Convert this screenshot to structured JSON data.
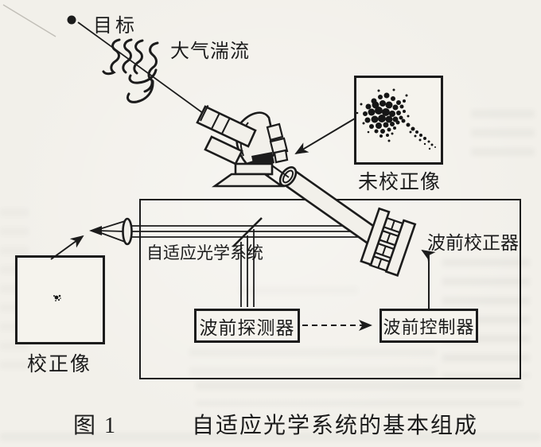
{
  "figure": {
    "caption_label": "图 1",
    "caption_title": "自适应光学系统的基本组成"
  },
  "labels": {
    "target": "目标",
    "turbulence": "大气湍流",
    "uncorrected_image": "未校正像",
    "wavefront_corrector": "波前校正器",
    "wavefront_detector": "波前探测器",
    "wavefront_controller": "波前控制器",
    "adaptive_optics_system": "自适应光学系统",
    "corrected_image": "校正像"
  },
  "colors": {
    "ink": "#1c1c1c",
    "paper": "#f2f0ea",
    "box_fill": "#f5f3ed"
  }
}
